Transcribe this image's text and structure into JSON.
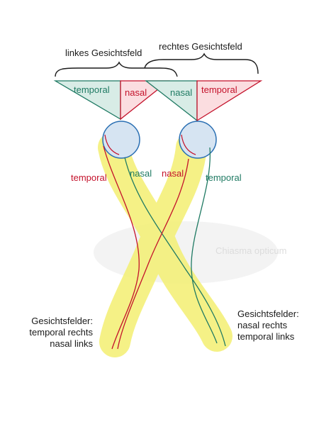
{
  "labels": {
    "left_field": "linkes Gesichtsfeld",
    "right_field": "rechtes Gesichtsfeld",
    "left_temporal": "temporal",
    "left_nasal": "nasal",
    "right_nasal": "nasal",
    "right_temporal": "temporal",
    "nerve_temporal_left": "temporal",
    "nerve_nasal_left": "nasal",
    "nerve_nasal_right": "nasal",
    "nerve_temporal_right": "temporal",
    "chiasma": "Chiasma opticum",
    "bottom_left": [
      "Gesichtsfelder:",
      "temporal rechts",
      "nasal links"
    ],
    "bottom_right": [
      "Gesichtsfelder:",
      "nasal rechts",
      "temporal links"
    ]
  },
  "colors": {
    "temporal_green": "#1f7a63",
    "nasal_red": "#c4122b",
    "highlight_yellow": "#f4f07a",
    "eye_fill": "#d6e4f2",
    "eye_stroke": "#2a6fb3"
  }
}
